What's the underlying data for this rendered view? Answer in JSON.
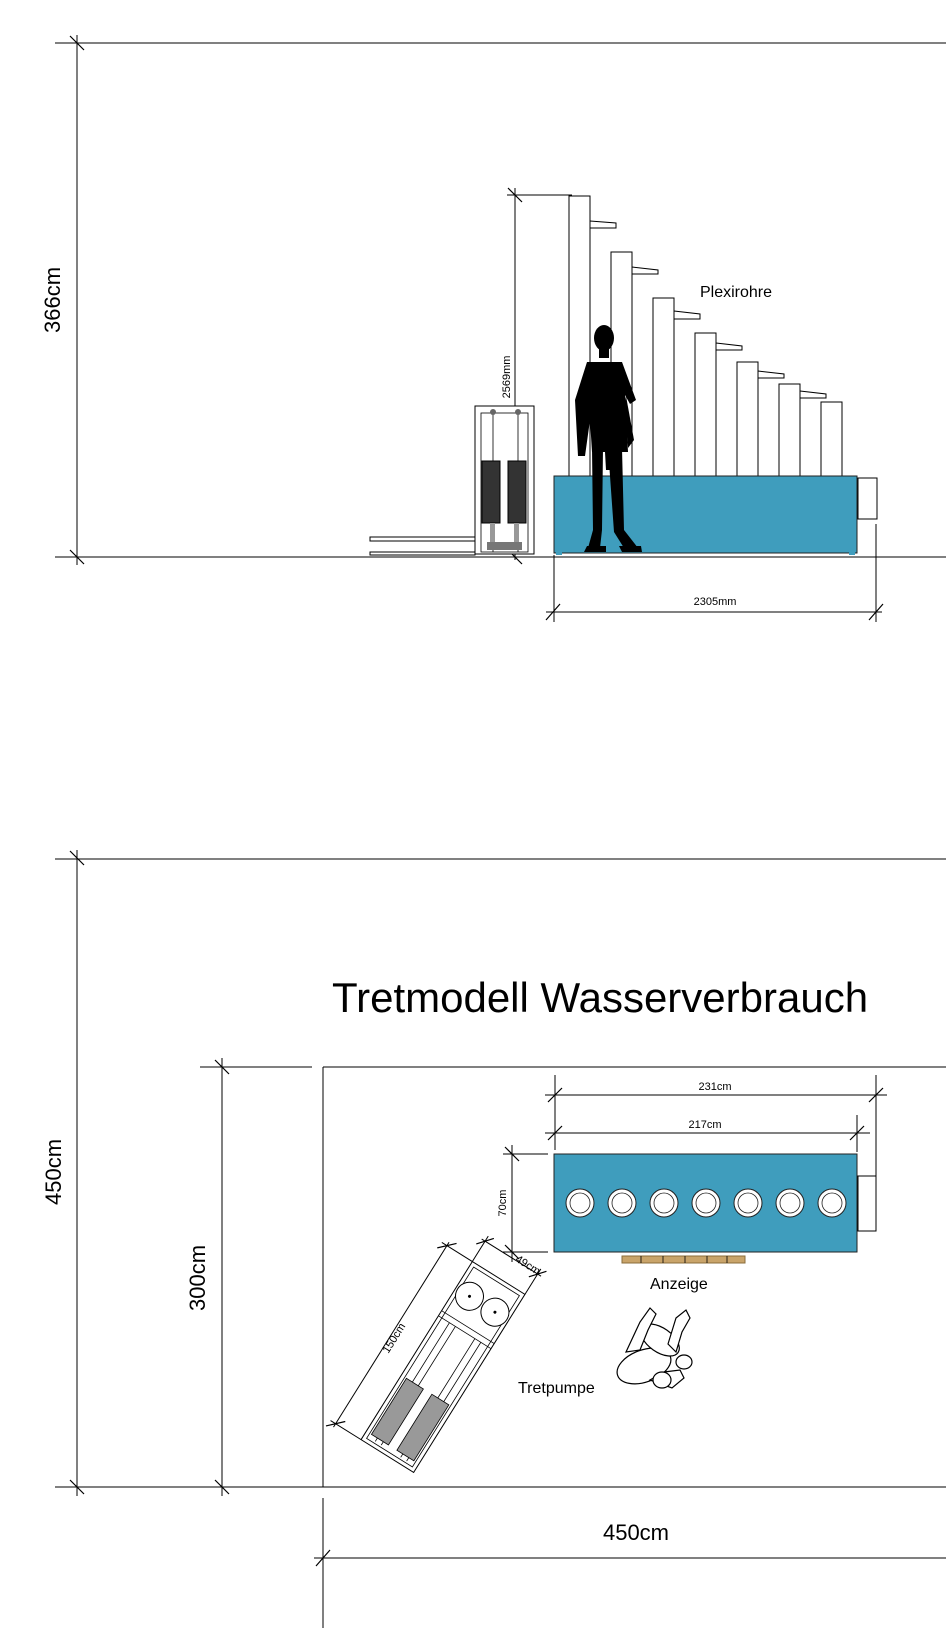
{
  "title": "Tretmodell Wasserverbrauch",
  "labels": {
    "tubes": "Plexirohre",
    "display": "Anzeige",
    "pump": "Tretpumpe"
  },
  "dimensions": {
    "room_height": "366cm",
    "tube_height": "2569mm",
    "basin_length_side": "2305mm",
    "room_depth": "450cm",
    "area_depth": "300cm",
    "room_width": "450cm",
    "basin_outer_width": "231cm",
    "basin_inner_width": "217cm",
    "basin_depth": "70cm",
    "pump_width": "49cm",
    "pump_length": "150cm"
  },
  "colors": {
    "basin": "#3f9dbd",
    "pump_cylinder": "#333333",
    "display_bar": "#c9a46a",
    "pump_cylinder_top": "#999999"
  }
}
